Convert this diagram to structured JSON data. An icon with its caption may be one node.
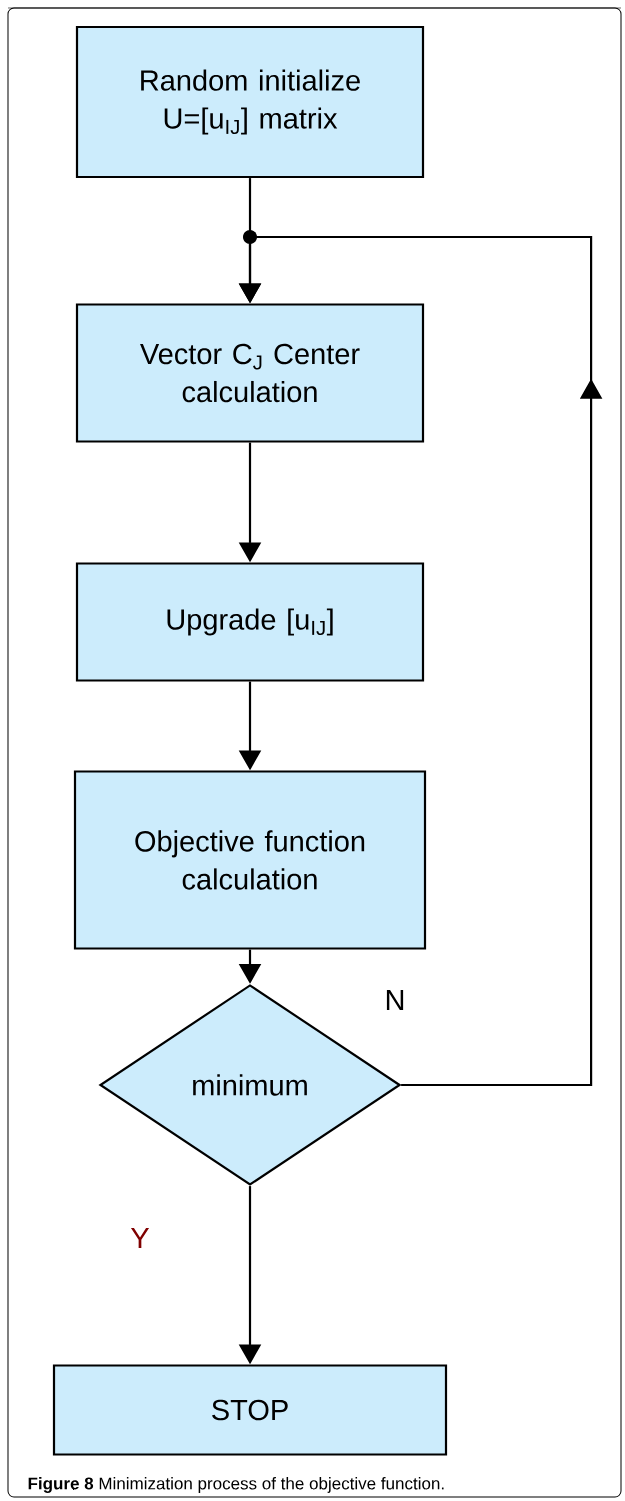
{
  "diagram": {
    "caption": "**Figure 8** Minimization process of the objective function.",
    "nodes": [
      {
        "text": [
          "Random initialize U=[u$_{IJ}$]  matrix"
        ]
      },
      {
        "text": [
          "Vector C$_{J}$ Center calculation"
        ]
      },
      {
        "text": [
          "Upgrade  [u$_{IJ}$]"
        ]
      },
      {
        "text": [
          "Objective function calculation"
        ]
      },
      {
        "text": [
          "minimum"
        ]
      },
      {
        "text": [
          "STOP"
        ]
      }
    ],
    "edges": [
      {
        "from": 0,
        "to": 1,
        "arrow": "to"
      },
      {
        "from": 1,
        "to": 2,
        "arrow": "to"
      },
      {
        "from": 2,
        "to": 3,
        "arrow": "to"
      },
      {
        "from": 3,
        "to": 4,
        "arrow": "to"
      },
      {
        "from": 4,
        "to": 5,
        "arrow": "to",
        "label": "Y"
      },
      {
        "from": 4,
        "to": 1,
        "arrow": "to",
        "label": "N"
      }
    ]
  }
}
